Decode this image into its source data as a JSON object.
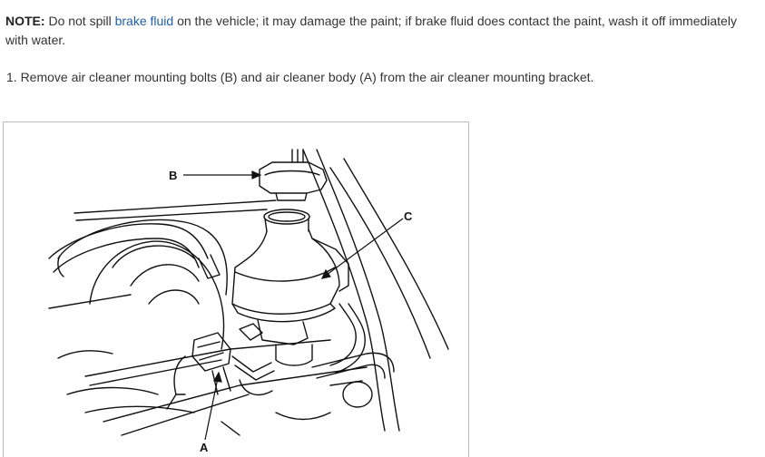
{
  "note": {
    "label": "NOTE:",
    "text_before": " Do not spill ",
    "link_text": "brake fluid",
    "text_after": " on the vehicle; it may damage the paint; if brake fluid does contact the paint, wash it off immediately with water."
  },
  "step": {
    "text": "1. Remove air cleaner mounting bolts (B) and air cleaner body (A) from the air cleaner mounting bracket."
  },
  "figure": {
    "callouts": {
      "a": "A",
      "b": "B",
      "c": "C"
    }
  }
}
